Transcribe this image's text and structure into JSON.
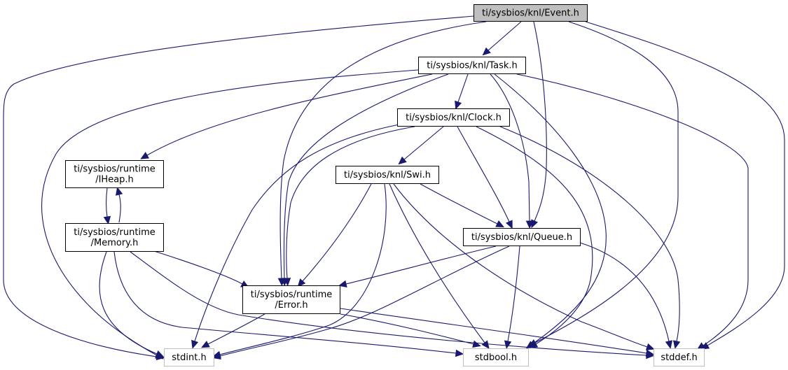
{
  "diagram": {
    "type": "include-dependency-graph",
    "root": "event",
    "nodes": [
      {
        "id": "event",
        "lines": [
          "ti/sysbios/knl/Event.h"
        ],
        "style": "root"
      },
      {
        "id": "task",
        "lines": [
          "ti/sysbios/knl/Task.h"
        ],
        "style": "normal"
      },
      {
        "id": "clock",
        "lines": [
          "ti/sysbios/knl/Clock.h"
        ],
        "style": "normal"
      },
      {
        "id": "iheap",
        "lines": [
          "ti/sysbios/runtime",
          "/IHeap.h"
        ],
        "style": "normal"
      },
      {
        "id": "swi",
        "lines": [
          "ti/sysbios/knl/Swi.h"
        ],
        "style": "normal"
      },
      {
        "id": "memory",
        "lines": [
          "ti/sysbios/runtime",
          "/Memory.h"
        ],
        "style": "normal"
      },
      {
        "id": "queue",
        "lines": [
          "ti/sysbios/knl/Queue.h"
        ],
        "style": "normal"
      },
      {
        "id": "error",
        "lines": [
          "ti/sysbios/runtime",
          "/Error.h"
        ],
        "style": "normal"
      },
      {
        "id": "stdint",
        "lines": [
          "stdint.h"
        ],
        "style": "external"
      },
      {
        "id": "stdbool",
        "lines": [
          "stdbool.h"
        ],
        "style": "external"
      },
      {
        "id": "stddef",
        "lines": [
          "stddef.h"
        ],
        "style": "external"
      }
    ],
    "edges": [
      {
        "from": "event",
        "to": "task"
      },
      {
        "from": "event",
        "to": "error"
      },
      {
        "from": "event",
        "to": "queue"
      },
      {
        "from": "event",
        "to": "stdint"
      },
      {
        "from": "event",
        "to": "stdbool"
      },
      {
        "from": "event",
        "to": "stddef"
      },
      {
        "from": "task",
        "to": "clock"
      },
      {
        "from": "task",
        "to": "iheap"
      },
      {
        "from": "task",
        "to": "error"
      },
      {
        "from": "task",
        "to": "queue"
      },
      {
        "from": "task",
        "to": "stdint"
      },
      {
        "from": "task",
        "to": "stdbool"
      },
      {
        "from": "task",
        "to": "stddef"
      },
      {
        "from": "clock",
        "to": "swi"
      },
      {
        "from": "clock",
        "to": "error"
      },
      {
        "from": "clock",
        "to": "queue"
      },
      {
        "from": "clock",
        "to": "stdint"
      },
      {
        "from": "clock",
        "to": "stdbool"
      },
      {
        "from": "clock",
        "to": "stddef"
      },
      {
        "from": "iheap",
        "to": "memory"
      },
      {
        "from": "memory",
        "to": "iheap"
      },
      {
        "from": "memory",
        "to": "error"
      },
      {
        "from": "memory",
        "to": "stdint"
      },
      {
        "from": "memory",
        "to": "stdbool"
      },
      {
        "from": "memory",
        "to": "stddef"
      },
      {
        "from": "swi",
        "to": "queue"
      },
      {
        "from": "swi",
        "to": "error"
      },
      {
        "from": "swi",
        "to": "stdint"
      },
      {
        "from": "swi",
        "to": "stdbool"
      },
      {
        "from": "swi",
        "to": "stddef"
      },
      {
        "from": "queue",
        "to": "error"
      },
      {
        "from": "queue",
        "to": "stdint"
      },
      {
        "from": "queue",
        "to": "stdbool"
      },
      {
        "from": "queue",
        "to": "stddef"
      },
      {
        "from": "error",
        "to": "stdint"
      },
      {
        "from": "error",
        "to": "stdbool"
      },
      {
        "from": "error",
        "to": "stddef"
      }
    ]
  },
  "colors": {
    "edge": "#191970",
    "root_fill": "#bfbfbf",
    "node_border": "#000000",
    "external_border": "#bfbfbf"
  }
}
